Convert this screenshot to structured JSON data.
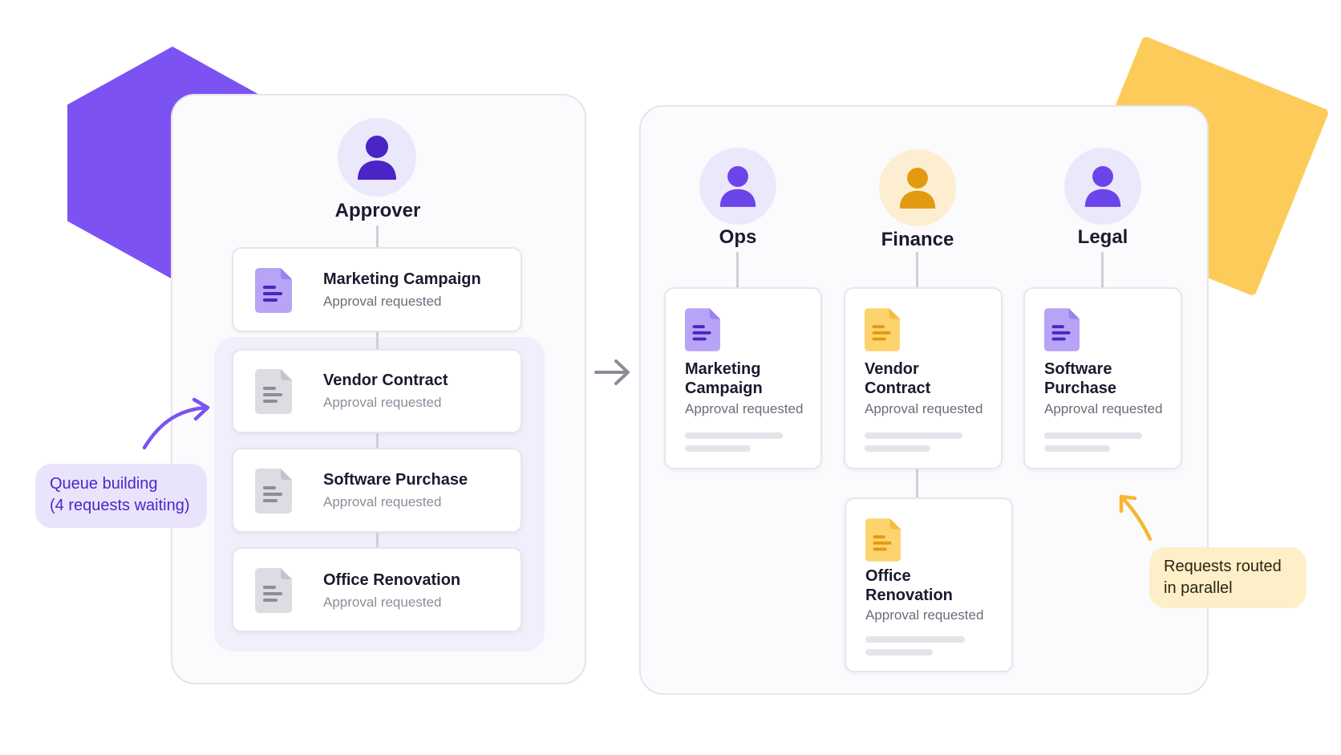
{
  "approver": {
    "label": "Approver",
    "queue": [
      {
        "title": "Marketing Campaign",
        "status": "Approval requested"
      },
      {
        "title": "Vendor Contract",
        "status": "Approval requested"
      },
      {
        "title": "Software Purchase",
        "status": "Approval requested"
      },
      {
        "title": "Office Renovation",
        "status": "Approval requested"
      }
    ]
  },
  "routed": {
    "roles": [
      {
        "label": "Ops"
      },
      {
        "label": "Finance"
      },
      {
        "label": "Legal"
      }
    ],
    "cards": [
      {
        "title_line1": "Marketing",
        "title_line2": "Campaign",
        "status": "Approval requested"
      },
      {
        "title_line1": "Vendor",
        "title_line2": "Contract",
        "status": "Approval requested"
      },
      {
        "title_line1": "Software",
        "title_line2": "Purchase",
        "status": "Approval requested"
      },
      {
        "title_line1": "Office",
        "title_line2": "Renovation",
        "status": "Approval requested"
      }
    ]
  },
  "callouts": {
    "queue_line1": "Queue building",
    "queue_line2": "(4 requests waiting)",
    "parallel_line1": "Requests routed",
    "parallel_line2": "in parallel"
  },
  "colors": {
    "purple": "#7c52f2",
    "purple_dark": "#4a24c4",
    "gold": "#fdcb5a",
    "gold_dark": "#e29a10",
    "grey_doc": "#d4d4dc"
  },
  "icons": [
    "person-icon",
    "document-icon",
    "arrow-right-icon",
    "curved-arrow-icon"
  ]
}
